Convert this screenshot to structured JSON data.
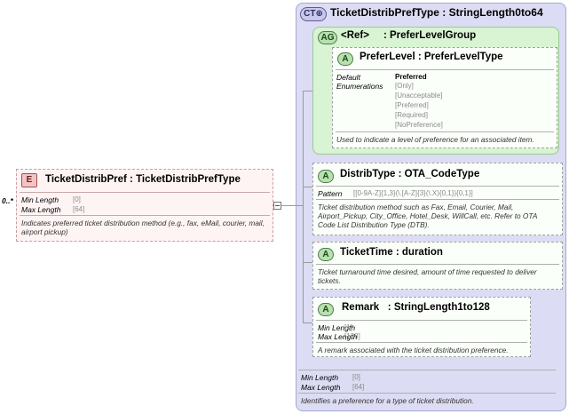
{
  "element": {
    "badge": "E",
    "name": "TicketDistribPref",
    "type": "TicketDistribPrefType",
    "cardinality": "0..*",
    "min_length_label": "Min Length",
    "min_length_value": "[0]",
    "max_length_label": "Max Length",
    "max_length_value": "[64]",
    "description": "Indicates preferred ticket distribution method (e.g., fax, eMail, courier, mail, airport pickup)"
  },
  "complex_type": {
    "badge": "CT",
    "name": "TicketDistribPrefType",
    "base": "StringLength0to64",
    "min_length_label": "Min Length",
    "min_length_value": "[0]",
    "max_length_label": "Max Length",
    "max_length_value": "[64]",
    "description": "Identifies a preference for a type of ticket distribution."
  },
  "attribute_group": {
    "badge": "AG",
    "ref": "<Ref>",
    "name": "PreferLevelGroup",
    "attribute": {
      "badge": "A",
      "name": "PreferLevel",
      "type": "PreferLevelType",
      "default_label": "Default",
      "default_value": "Preferred",
      "enumerations_label": "Enumerations",
      "enumerations": [
        "[Only]",
        "[Unacceptable]",
        "[Preferred]",
        "[Required]",
        "[NoPreference]"
      ],
      "description": "Used to indicate a level of preference for an associated item."
    }
  },
  "attributes": [
    {
      "badge": "A",
      "name": "DistribType",
      "type": "OTA_CodeType",
      "pattern_label": "Pattern",
      "pattern_value": "[[0-9A-Z]{1,3}(\\.[A-Z]{3}(\\.X){0,1}){0,1}]",
      "description": "Ticket distribution method such as Fax, Email, Courier, Mail, Airport_Pickup, City_Office, Hotel_Desk, WillCall, etc. Refer to OTA Code List Distribution Type (DTB)."
    },
    {
      "badge": "A",
      "name": "TicketTime",
      "type": "duration",
      "description": "Ticket turnaround time desired, amount of time requested to deliver tickets."
    },
    {
      "badge": "A",
      "name": "Remark",
      "type": "StringLength1to128",
      "min_length_label": "Min Length",
      "min_length_value": "[1]",
      "max_length_label": "Max Length",
      "max_length_value": "[128]",
      "description": "A remark associated with the ticket distribution preference."
    }
  ],
  "colors": {
    "element_bg": "#fff4f4",
    "complex_type_bg": "#dcdcf4",
    "attribute_group_bg": "#d8f4d2"
  }
}
